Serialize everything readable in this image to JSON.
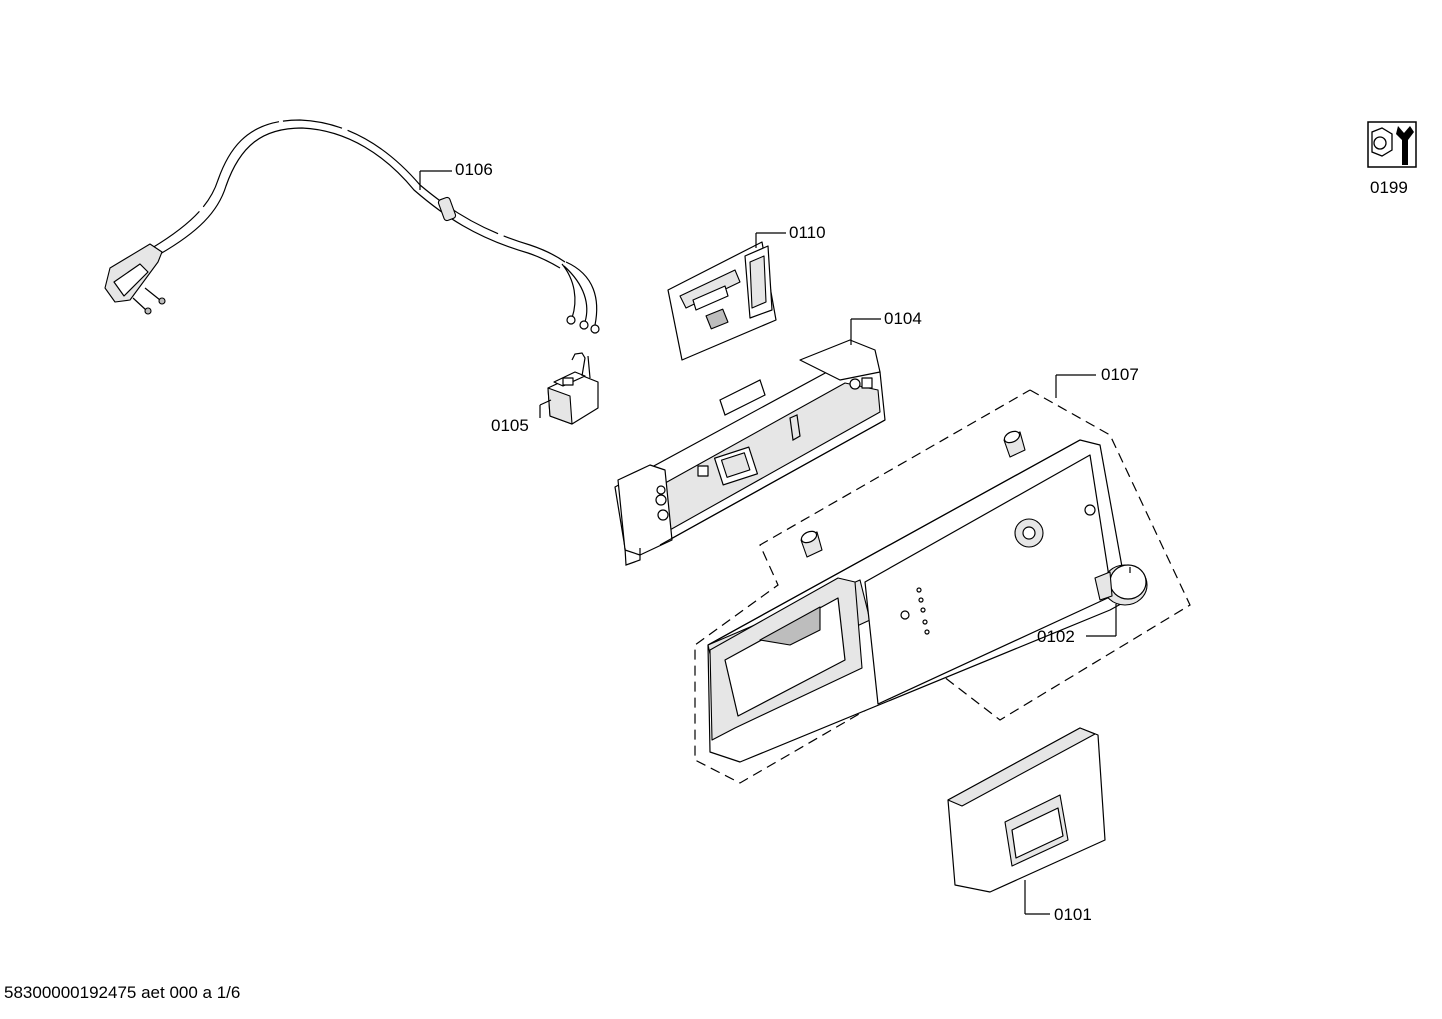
{
  "parts": {
    "p0106": "0106",
    "p0110": "0110",
    "p0104": "0104",
    "p0107": "0107",
    "p0105": "0105",
    "p0102": "0102",
    "p0101": "0101",
    "p0199": "0199"
  },
  "footer": {
    "document_id": "58300000192475 aet 000 a 1/6"
  },
  "icons": {
    "service": "wrench-nut-icon"
  }
}
